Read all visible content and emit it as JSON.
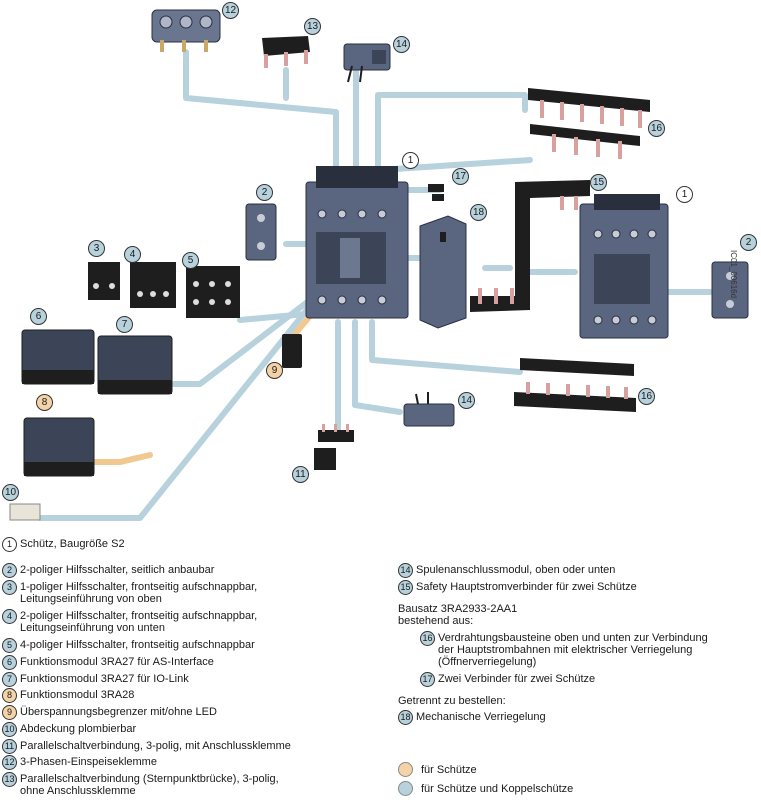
{
  "figure_id": "IC01_00616d",
  "colors": {
    "pipe_blue": "#b7d2dc",
    "pipe_orange": "#f0c890",
    "device_body": "#5a6580",
    "device_dark": "#3c4458",
    "terminal_black": "#1e1e1e",
    "callout_blue": "#b7d2dc",
    "callout_orange": "#f5d3a8"
  },
  "callouts": [
    {
      "num": "12",
      "style": "blue"
    },
    {
      "num": "13",
      "style": "blue"
    },
    {
      "num": "14",
      "style": "blue"
    },
    {
      "num": "16",
      "style": "blue"
    },
    {
      "num": "1",
      "style": "white"
    },
    {
      "num": "17",
      "style": "blue"
    },
    {
      "num": "15",
      "style": "blue"
    },
    {
      "num": "1",
      "style": "white"
    },
    {
      "num": "2",
      "style": "blue"
    },
    {
      "num": "18",
      "style": "blue"
    },
    {
      "num": "2",
      "style": "blue"
    },
    {
      "num": "3",
      "style": "blue"
    },
    {
      "num": "4",
      "style": "blue"
    },
    {
      "num": "5",
      "style": "blue"
    },
    {
      "num": "6",
      "style": "blue"
    },
    {
      "num": "7",
      "style": "blue"
    },
    {
      "num": "9",
      "style": "orange"
    },
    {
      "num": "8",
      "style": "orange"
    },
    {
      "num": "14",
      "style": "blue"
    },
    {
      "num": "16",
      "style": "blue"
    },
    {
      "num": "11",
      "style": "blue"
    },
    {
      "num": "10",
      "style": "blue"
    }
  ],
  "legend": {
    "items": [
      {
        "num": "1",
        "style": "white",
        "text": "Schütz, Baugröße S2"
      },
      {
        "num": "2",
        "style": "blue",
        "text": "2-poliger Hilfsschalter, seitlich anbaubar"
      },
      {
        "num": "3",
        "style": "blue",
        "text": "1-poliger Hilfsschalter, frontseitig aufschnappbar,\nLeitungseinführung von oben"
      },
      {
        "num": "4",
        "style": "blue",
        "text": "2-poliger Hilfsschalter, frontseitig aufschnappbar,\nLeitungseinführung von unten"
      },
      {
        "num": "5",
        "style": "blue",
        "text": "4-poliger Hilfsschalter, frontseitig aufschnappbar"
      },
      {
        "num": "6",
        "style": "blue",
        "text": "Funktionsmodul 3RA27 für AS-Interface"
      },
      {
        "num": "7",
        "style": "blue",
        "text": "Funktionsmodul 3RA27 für IO-Link"
      },
      {
        "num": "8",
        "style": "orange",
        "text": "Funktionsmodul 3RA28"
      },
      {
        "num": "9",
        "style": "orange",
        "text": "Überspannungsbegrenzer mit/ohne LED"
      },
      {
        "num": "10",
        "style": "blue",
        "text": "Abdeckung plombierbar"
      },
      {
        "num": "11",
        "style": "blue",
        "text": "Parallelschaltverbindung, 3-polig, mit Anschlussklemme"
      },
      {
        "num": "12",
        "style": "blue",
        "text": "3-Phasen-Einspeiseklemme"
      },
      {
        "num": "13",
        "style": "blue",
        "text": "Parallelschaltverbindung (Sternpunktbrücke), 3-polig,\nohne Anschlussklemme"
      },
      {
        "num": "14",
        "style": "blue",
        "text": "Spulenanschlussmodul, oben oder unten"
      },
      {
        "num": "15",
        "style": "blue",
        "text": "Safety Hauptstromverbinder für zwei Schütze"
      },
      {
        "num": "16",
        "style": "blue",
        "text": "Verdrahtungsbausteine oben und unten zur Verbindung\nder Hauptstrombahnen mit elektrischer Verriegelung\n(Öffnerverriegelung)"
      },
      {
        "num": "17",
        "style": "blue",
        "text": " Zwei Verbinder für zwei Schütze"
      },
      {
        "num": "18",
        "style": "blue",
        "text": "Mechanische Verriegelung"
      }
    ],
    "kit_heading": "Bausatz 3RA2933-2AA1\nbestehend aus:",
    "separate_heading": "Getrennt zu bestellen:",
    "key": [
      {
        "style": "orange",
        "text": "für Schütze"
      },
      {
        "style": "blue",
        "text": "für Schütze und Koppelschütze"
      }
    ]
  }
}
